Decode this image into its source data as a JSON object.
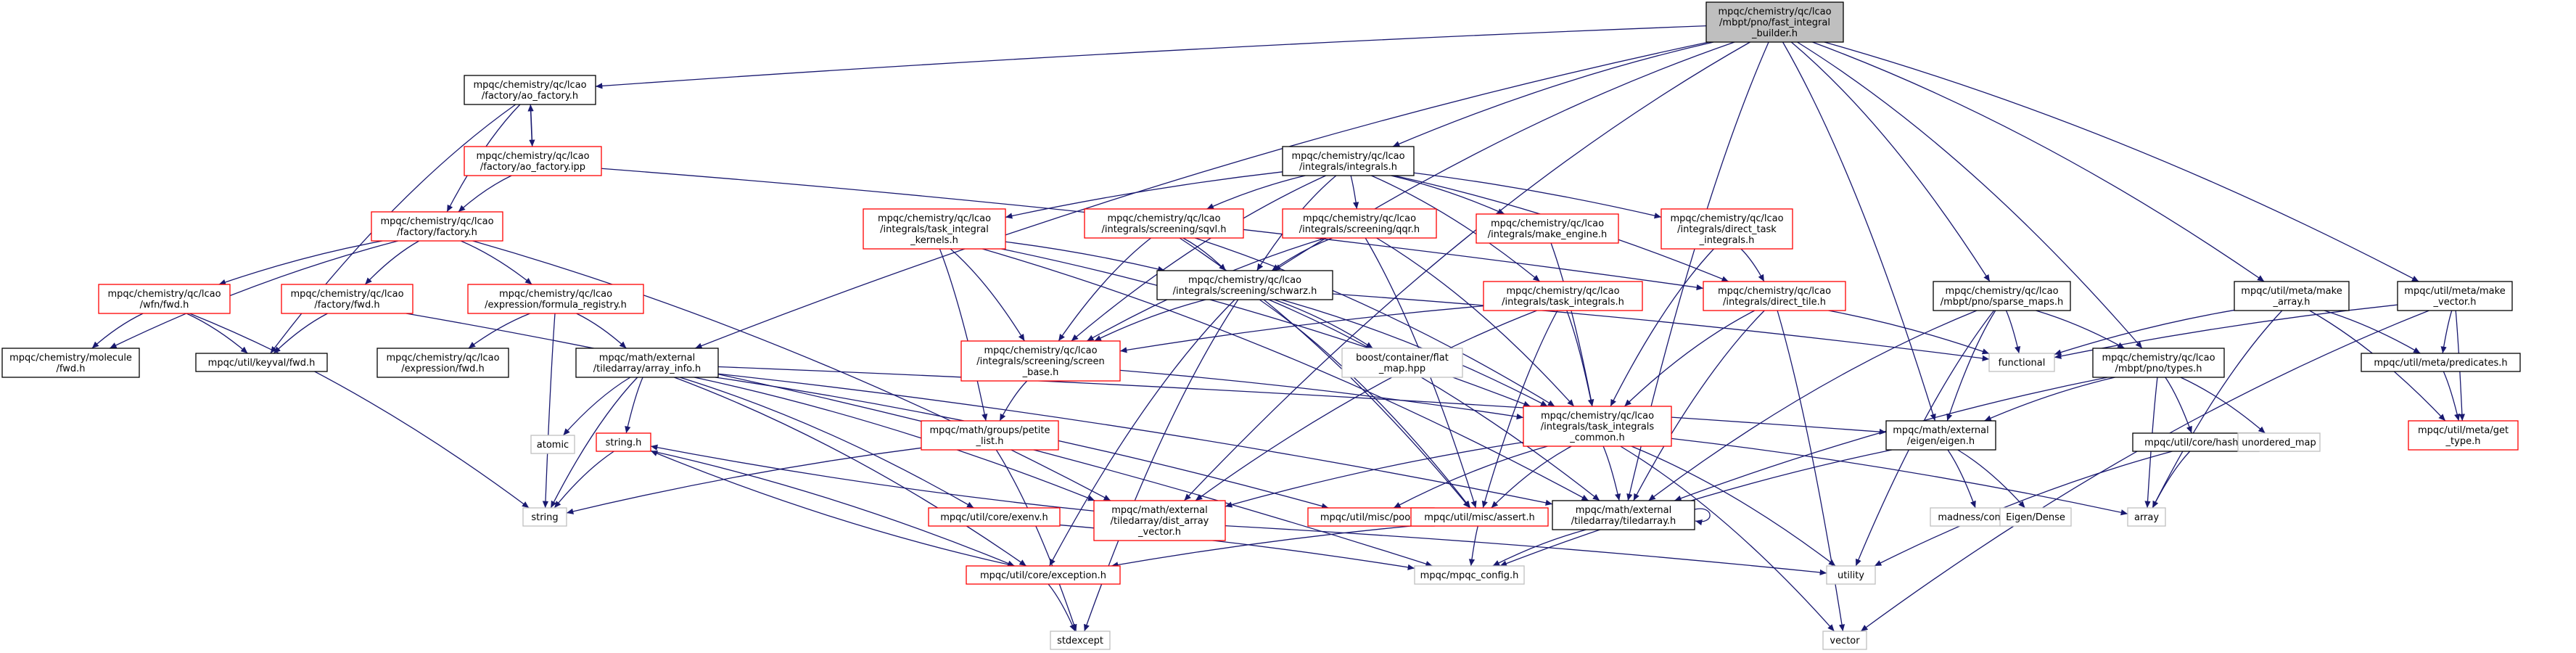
{
  "colors": {
    "edge": "#191970",
    "box_black": "#000000",
    "box_red": "#ff0000",
    "box_grey": "#bfbfbf",
    "root_fill": "#bfbfbf"
  },
  "nodes": {
    "root": {
      "lines": [
        "mpqc/chemistry/qc/lcao",
        "/mbpt/pno/fast_integral",
        "_builder.h"
      ],
      "style": "root"
    },
    "ao_factory_h": {
      "lines": [
        "mpqc/chemistry/qc/lcao",
        "/factory/ao_factory.h"
      ],
      "style": "black"
    },
    "ao_factory_ipp": {
      "lines": [
        "mpqc/chemistry/qc/lcao",
        "/factory/ao_factory.ipp"
      ],
      "style": "red"
    },
    "factory_h": {
      "lines": [
        "mpqc/chemistry/qc/lcao",
        "/factory/factory.h"
      ],
      "style": "red"
    },
    "wfn_fwd": {
      "lines": [
        "mpqc/chemistry/qc/lcao",
        "/wfn/fwd.h"
      ],
      "style": "red"
    },
    "factory_fwd": {
      "lines": [
        "mpqc/chemistry/qc/lcao",
        "/factory/fwd.h"
      ],
      "style": "red"
    },
    "formula_registry": {
      "lines": [
        "mpqc/chemistry/qc/lcao",
        "/expression/formula_registry.h"
      ],
      "style": "red"
    },
    "molecule_fwd": {
      "lines": [
        "mpqc/chemistry/molecule",
        "/fwd.h"
      ],
      "style": "black"
    },
    "keyval_fwd": {
      "lines": [
        "mpqc/util/keyval/fwd.h"
      ],
      "style": "black"
    },
    "expression_fwd": {
      "lines": [
        "mpqc/chemistry/qc/lcao",
        "/expression/fwd.h"
      ],
      "style": "black"
    },
    "array_info": {
      "lines": [
        "mpqc/math/external",
        "/tiledarray/array_info.h"
      ],
      "style": "black"
    },
    "integrals_h": {
      "lines": [
        "mpqc/chemistry/qc/lcao",
        "/integrals/integrals.h"
      ],
      "style": "black"
    },
    "task_integral_kernels": {
      "lines": [
        "mpqc/chemistry/qc/lcao",
        "/integrals/task_integral",
        "_kernels.h"
      ],
      "style": "red"
    },
    "sqvl": {
      "lines": [
        "mpqc/chemistry/qc/lcao",
        "/integrals/screening/sqvl.h"
      ],
      "style": "red"
    },
    "qqr": {
      "lines": [
        "mpqc/chemistry/qc/lcao",
        "/integrals/screening/qqr.h"
      ],
      "style": "red"
    },
    "make_engine": {
      "lines": [
        "mpqc/chemistry/qc/lcao",
        "/integrals/make_engine.h"
      ],
      "style": "red"
    },
    "direct_task": {
      "lines": [
        "mpqc/chemistry/qc/lcao",
        "/integrals/direct_task",
        "_integrals.h"
      ],
      "style": "red"
    },
    "schwartz": {
      "lines": [
        "mpqc/chemistry/qc/lcao",
        "/integrals/screening/schwarz.h"
      ],
      "style": "black"
    },
    "task_integrals_h": {
      "lines": [
        "mpqc/chemistry/qc/lcao",
        "/integrals/task_integrals.h"
      ],
      "style": "red"
    },
    "direct_tile": {
      "lines": [
        "mpqc/chemistry/qc/lcao",
        "/integrals/direct_tile.h"
      ],
      "style": "red"
    },
    "screen_base": {
      "lines": [
        "mpqc/chemistry/qc/lcao",
        "/integrals/screening/screen",
        "_base.h"
      ],
      "style": "red"
    },
    "flat_map": {
      "lines": [
        "boost/container/flat",
        "_map.hpp"
      ],
      "style": "grey"
    },
    "task_integrals_common": {
      "lines": [
        "mpqc/chemistry/qc/lcao",
        "/integrals/task_integrals",
        "_common.h"
      ],
      "style": "red"
    },
    "sparse_maps": {
      "lines": [
        "mpqc/chemistry/qc/lcao",
        "/mbpt/pno/sparse_maps.h"
      ],
      "style": "black"
    },
    "make_array": {
      "lines": [
        "mpqc/util/meta/make",
        "_array.h"
      ],
      "style": "black"
    },
    "make_vector": {
      "lines": [
        "mpqc/util/meta/make",
        "_vector.h"
      ],
      "style": "black"
    },
    "functional": {
      "lines": [
        "functional"
      ],
      "style": "grey"
    },
    "predicates": {
      "lines": [
        "mpqc/util/meta/predicates.h"
      ],
      "style": "black"
    },
    "types_h": {
      "lines": [
        "mpqc/chemistry/qc/lcao",
        "/mbpt/pno/types.h"
      ],
      "style": "black"
    },
    "get_type": {
      "lines": [
        "mpqc/util/meta/get",
        "_type.h"
      ],
      "style": "red"
    },
    "eigen_h": {
      "lines": [
        "mpqc/math/external",
        "/eigen/eigen.h"
      ],
      "style": "black"
    },
    "hash_h": {
      "lines": [
        "mpqc/util/core/hash.h"
      ],
      "style": "black"
    },
    "unordered_map": {
      "lines": [
        "unordered_map"
      ],
      "style": "grey"
    },
    "madness_config": {
      "lines": [
        "madness/config.h"
      ],
      "style": "grey"
    },
    "eigen_dense": {
      "lines": [
        "Eigen/Dense"
      ],
      "style": "grey"
    },
    "array_std": {
      "lines": [
        "array"
      ],
      "style": "grey"
    },
    "atomic": {
      "lines": [
        "atomic"
      ],
      "style": "grey"
    },
    "string_h": {
      "lines": [
        "string.h"
      ],
      "style": "red"
    },
    "string_std": {
      "lines": [
        "string"
      ],
      "style": "grey"
    },
    "petite_list": {
      "lines": [
        "mpqc/math/groups/petite",
        "_list.h"
      ],
      "style": "red"
    },
    "exenv": {
      "lines": [
        "mpqc/util/core/exenv.h"
      ],
      "style": "red"
    },
    "dist_array_vector": {
      "lines": [
        "mpqc/math/external",
        "/tiledarray/dist_array",
        "_vector.h"
      ],
      "style": "red"
    },
    "pool": {
      "lines": [
        "mpqc/util/misc/pool.h"
      ],
      "style": "red"
    },
    "assert_h": {
      "lines": [
        "mpqc/util/misc/assert.h"
      ],
      "style": "red"
    },
    "tiledarray_h": {
      "lines": [
        "mpqc/math/external",
        "/tiledarray/tiledarray.h"
      ],
      "style": "black"
    },
    "utility": {
      "lines": [
        "utility"
      ],
      "style": "grey"
    },
    "exception": {
      "lines": [
        "mpqc/util/core/exception.h"
      ],
      "style": "red"
    },
    "mpqc_config": {
      "lines": [
        "mpqc/mpqc_config.h"
      ],
      "style": "grey"
    },
    "stdexcept": {
      "lines": [
        "stdexcept"
      ],
      "style": "grey"
    },
    "vector": {
      "lines": [
        "vector"
      ],
      "style": "grey"
    }
  },
  "edges": [
    [
      "root",
      "ao_factory_h"
    ],
    [
      "root",
      "array_info"
    ],
    [
      "root",
      "integrals_h"
    ],
    [
      "root",
      "schwartz"
    ],
    [
      "root",
      "sparse_maps"
    ],
    [
      "root",
      "make_array"
    ],
    [
      "root",
      "make_vector"
    ],
    [
      "root",
      "types_h"
    ],
    [
      "root",
      "eigen_h"
    ],
    [
      "root",
      "tiledarray_h"
    ],
    [
      "root",
      "dist_array_vector"
    ],
    [
      "ao_factory_h",
      "ao_factory_ipp"
    ],
    [
      "ao_factory_h",
      "factory_h"
    ],
    [
      "ao_factory_h",
      "keyval_fwd"
    ],
    [
      "ao_factory_ipp",
      "ao_factory_h"
    ],
    [
      "ao_factory_ipp",
      "factory_h"
    ],
    [
      "ao_factory_ipp",
      "direct_tile"
    ],
    [
      "factory_h",
      "wfn_fwd"
    ],
    [
      "factory_h",
      "factory_fwd"
    ],
    [
      "factory_h",
      "formula_registry"
    ],
    [
      "factory_h",
      "molecule_fwd"
    ],
    [
      "factory_h",
      "dist_array_vector"
    ],
    [
      "wfn_fwd",
      "molecule_fwd"
    ],
    [
      "wfn_fwd",
      "keyval_fwd"
    ],
    [
      "wfn_fwd",
      "string_std"
    ],
    [
      "factory_fwd",
      "keyval_fwd"
    ],
    [
      "factory_fwd",
      "mpqc_config"
    ],
    [
      "formula_registry",
      "expression_fwd"
    ],
    [
      "formula_registry",
      "array_info"
    ],
    [
      "formula_registry",
      "string_std"
    ],
    [
      "array_info",
      "atomic"
    ],
    [
      "array_info",
      "string_h"
    ],
    [
      "array_info",
      "string_std"
    ],
    [
      "array_info",
      "exenv"
    ],
    [
      "array_info",
      "dist_array_vector"
    ],
    [
      "array_info",
      "pool"
    ],
    [
      "array_info",
      "exception"
    ],
    [
      "array_info",
      "eigen_h"
    ],
    [
      "array_info",
      "tiledarray_h"
    ],
    [
      "integrals_h",
      "task_integral_kernels"
    ],
    [
      "integrals_h",
      "sqvl"
    ],
    [
      "integrals_h",
      "qqr"
    ],
    [
      "integrals_h",
      "make_engine"
    ],
    [
      "integrals_h",
      "direct_task"
    ],
    [
      "integrals_h",
      "schwartz"
    ],
    [
      "integrals_h",
      "task_integrals_h"
    ],
    [
      "integrals_h",
      "direct_tile"
    ],
    [
      "integrals_h",
      "screen_base"
    ],
    [
      "task_integral_kernels",
      "schwartz"
    ],
    [
      "task_integral_kernels",
      "screen_base"
    ],
    [
      "task_integral_kernels",
      "petite_list"
    ],
    [
      "task_integral_kernels",
      "task_integrals_common"
    ],
    [
      "task_integral_kernels",
      "tiledarray_h"
    ],
    [
      "sqvl",
      "schwartz"
    ],
    [
      "sqvl",
      "screen_base"
    ],
    [
      "sqvl",
      "task_integrals_common"
    ],
    [
      "sqvl",
      "assert_h"
    ],
    [
      "qqr",
      "schwartz"
    ],
    [
      "qqr",
      "screen_base"
    ],
    [
      "qqr",
      "task_integrals_common"
    ],
    [
      "qqr",
      "assert_h"
    ],
    [
      "make_engine",
      "task_integrals_common"
    ],
    [
      "direct_task",
      "direct_tile"
    ],
    [
      "direct_task",
      "task_integrals_common"
    ],
    [
      "schwartz",
      "screen_base"
    ],
    [
      "schwartz",
      "flat_map"
    ],
    [
      "schwartz",
      "functional"
    ],
    [
      "schwartz",
      "task_integrals_common"
    ],
    [
      "schwartz",
      "tiledarray_h"
    ],
    [
      "schwartz",
      "assert_h"
    ],
    [
      "schwartz",
      "exception"
    ],
    [
      "schwartz",
      "stdexcept"
    ],
    [
      "task_integrals_h",
      "task_integrals_common"
    ],
    [
      "task_integrals_h",
      "screen_base"
    ],
    [
      "task_integrals_h",
      "dist_array_vector"
    ],
    [
      "task_integrals_h",
      "assert_h"
    ],
    [
      "direct_tile",
      "task_integrals_common"
    ],
    [
      "direct_tile",
      "functional"
    ],
    [
      "direct_tile",
      "tiledarray_h"
    ],
    [
      "direct_tile",
      "vector"
    ],
    [
      "screen_base",
      "petite_list"
    ],
    [
      "screen_base",
      "task_integrals_common"
    ],
    [
      "task_integrals_common",
      "array_std"
    ],
    [
      "task_integrals_common",
      "utility"
    ],
    [
      "task_integrals_common",
      "vector"
    ],
    [
      "task_integrals_common",
      "tiledarray_h"
    ],
    [
      "task_integrals_common",
      "assert_h"
    ],
    [
      "task_integrals_common",
      "pool"
    ],
    [
      "task_integrals_common",
      "dist_array_vector"
    ],
    [
      "sparse_maps",
      "types_h"
    ],
    [
      "sparse_maps",
      "eigen_h"
    ],
    [
      "sparse_maps",
      "utility"
    ],
    [
      "sparse_maps",
      "functional"
    ],
    [
      "sparse_maps",
      "tiledarray_h"
    ],
    [
      "make_array",
      "functional"
    ],
    [
      "make_array",
      "predicates"
    ],
    [
      "make_array",
      "get_type"
    ],
    [
      "make_array",
      "array_std"
    ],
    [
      "make_vector",
      "functional"
    ],
    [
      "make_vector",
      "predicates"
    ],
    [
      "make_vector",
      "get_type"
    ],
    [
      "make_vector",
      "vector"
    ],
    [
      "predicates",
      "get_type"
    ],
    [
      "types_h",
      "eigen_h"
    ],
    [
      "types_h",
      "hash_h"
    ],
    [
      "types_h",
      "unordered_map"
    ],
    [
      "types_h",
      "array_std"
    ],
    [
      "types_h",
      "tiledarray_h"
    ],
    [
      "hash_h",
      "array_std"
    ],
    [
      "hash_h",
      "utility"
    ],
    [
      "eigen_h",
      "madness_config"
    ],
    [
      "eigen_h",
      "eigen_dense"
    ],
    [
      "eigen_h",
      "mpqc_config"
    ],
    [
      "string_h",
      "string_std"
    ],
    [
      "string_h",
      "exception"
    ],
    [
      "petite_list",
      "string_std"
    ],
    [
      "petite_list",
      "stdexcept"
    ],
    [
      "exenv",
      "mpqc_config"
    ],
    [
      "dist_array_vector",
      "string_h"
    ],
    [
      "dist_array_vector",
      "utility"
    ],
    [
      "assert_h",
      "exception"
    ],
    [
      "assert_h",
      "mpqc_config"
    ],
    [
      "tiledarray_h",
      "tiledarray_h"
    ],
    [
      "tiledarray_h",
      "mpqc_config"
    ],
    [
      "exception",
      "stdexcept"
    ],
    [
      "exception",
      "string_h"
    ]
  ]
}
